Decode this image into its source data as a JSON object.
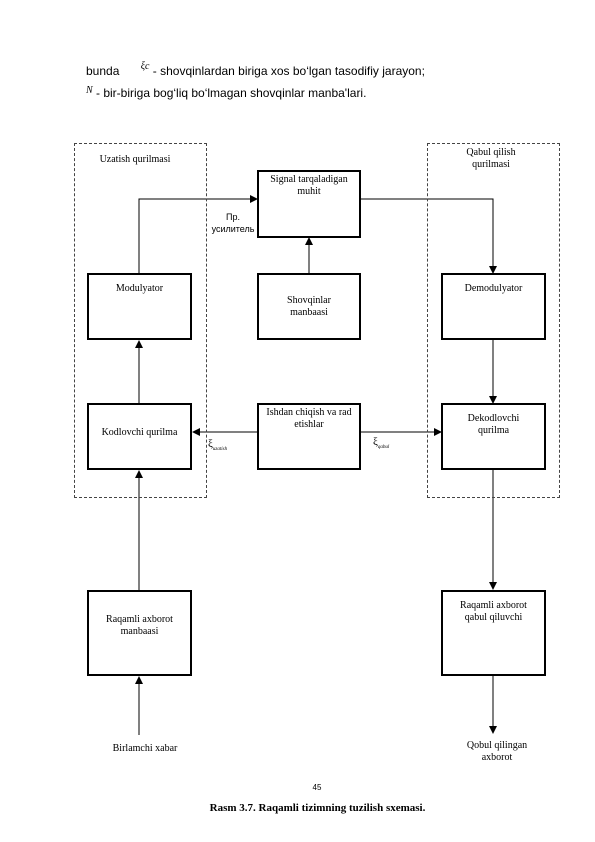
{
  "intro": {
    "line1_prefix": "bunda",
    "line1_symbol": "ξc",
    "line1_text": " - shovqinlardan biriga xos bo‘lgan tasodifiy jarayon;",
    "line2_symbol": "N",
    "line2_text": " - bir-biriga bog‘liq bo‘lmagan shovqinlar manba'lari."
  },
  "groups": {
    "transmitter": "Uzatish qurilmasi",
    "receiver": "Qabul qilish qurilmasi"
  },
  "blocks": {
    "signal_medium": "Signal tarqaladigan muhit",
    "modulator": "Modulyator",
    "noise_sources": "Shovqinlar manbaasi",
    "demodulator": "Demodulyator",
    "encoder": "Kodlovchi qurilma",
    "failures": "Ishdan chiqish va rad etishlar",
    "decoder": "Dekodlovchi qurilma",
    "source": "Raqamli axborot manbaasi",
    "receiver_device": "Raqamli axborot qabul qiluvchi"
  },
  "labels": {
    "amplifier": "Пр. усилитель",
    "xi_left": "ξ",
    "xi_left_sub": "uzatish",
    "xi_right": "ξ",
    "xi_right_sub": "qabul",
    "primary_message": "Birlamchi xabar",
    "received_info": "Qobul qilingan axborot"
  },
  "page_number": "45",
  "caption": "Rasm 3.7. Raqamli tizimning tuzilish sxemasi."
}
